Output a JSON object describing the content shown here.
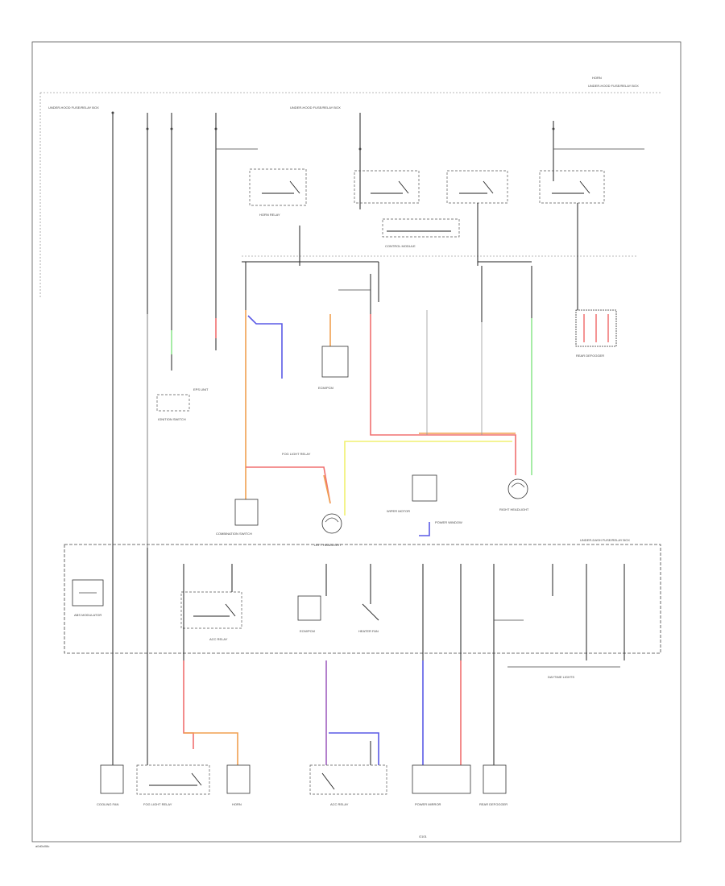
{
  "fuse_boxes": {
    "under_hood": "UNDER-HOOD FUSE/RELAY BOX",
    "under_dash": "UNDER-DASH FUSE/RELAY BOX"
  },
  "labels": {
    "horn_relay": "HORN RELAY",
    "control_module": "CONTROL MODULE",
    "combination_switch": "COMBINATION SWITCH",
    "ignition_switch": "IGNITION SWITCH",
    "left_headlight": "LEFT HEADLIGHT",
    "right_headlight": "RIGHT HEADLIGHT",
    "horn": "HORN",
    "ecm": "ECM/PCM",
    "abs_modulator": "ABS MODULATOR",
    "power_window": "POWER WINDOW",
    "acc_relay": "ACC RELAY",
    "fog_light_relay": "FOG LIGHT RELAY",
    "heater_fan": "HEATER FAN",
    "eps_unit": "EPS UNIT",
    "rear_defogger": "REAR DEFOGGER",
    "daytime_lights": "DAYTIME LIGHTS",
    "wiper_motor": "WIPER MOTOR",
    "cooling_fan": "COOLING FAN",
    "power_mirror": "POWER MIRROR",
    "ground": "G101",
    "diagram_id": "a0d0c08c"
  },
  "colors": {
    "orange": "#f0a050",
    "blue": "#5a5ae6",
    "red": "#f07070",
    "yellow": "#f0f070",
    "green": "#90e890",
    "purple": "#a060c0",
    "wire": "#222222"
  }
}
